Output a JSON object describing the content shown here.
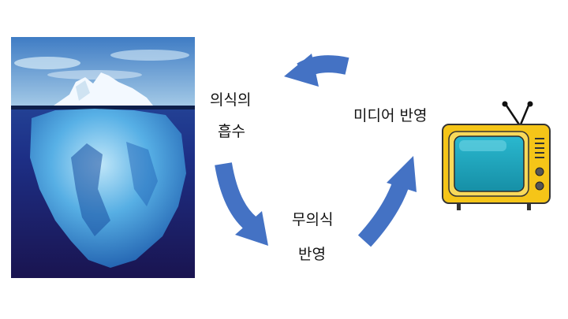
{
  "labels": {
    "conscious_absorption_line1": "의식의",
    "conscious_absorption_line2": "흡수",
    "media_reflection": "미디어 반영",
    "unconscious_reflection_line1": "무의식",
    "unconscious_reflection_line2": "반영"
  },
  "colors": {
    "arrow": "#4472C4",
    "tv_body": "#F5C518",
    "tv_screen": "#1BA6BE",
    "sea_deep": "#1a2a7a",
    "ice": "#8fd0f0"
  },
  "icons": {
    "iceberg": "iceberg-photo",
    "tv": "retro-tv-icon"
  }
}
